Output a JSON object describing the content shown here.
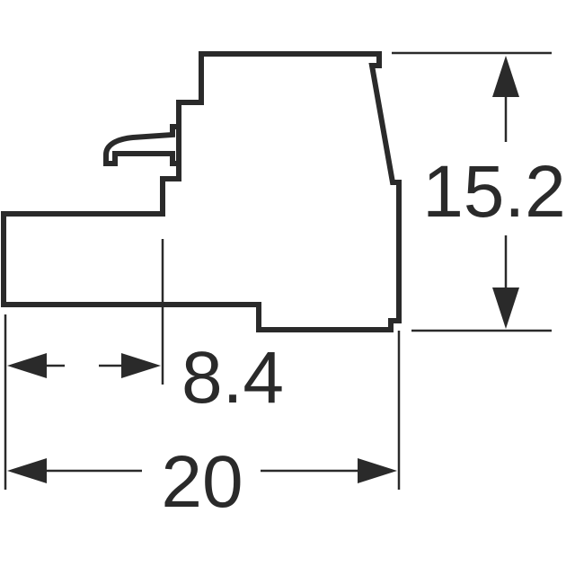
{
  "dimensions": {
    "height": "15.2",
    "inner_width": "8.4",
    "total_width": "20"
  },
  "colors": {
    "stroke": "#2a2a2a",
    "background": "#ffffff"
  }
}
